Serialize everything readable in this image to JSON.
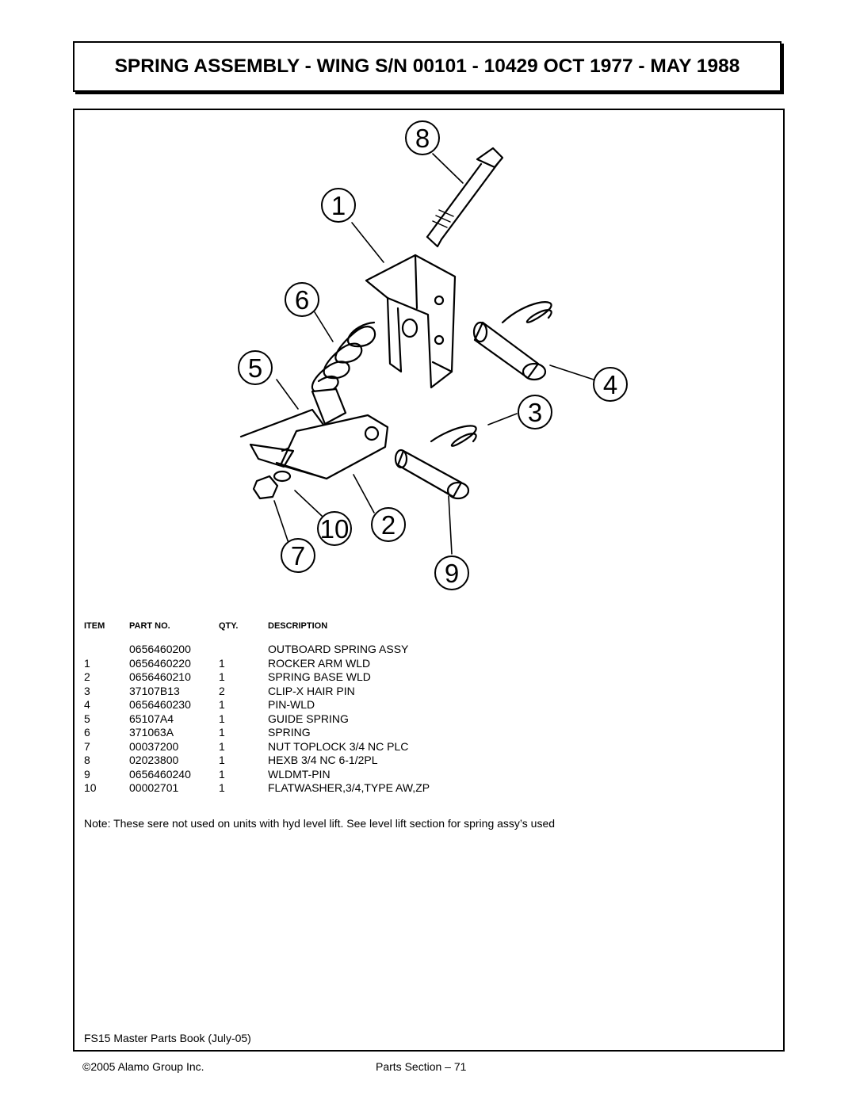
{
  "title": "SPRING ASSEMBLY - WING S/N 00101 - 10429 OCT 1977 - MAY 1988",
  "callouts": [
    "8",
    "1",
    "6",
    "5",
    "4",
    "3",
    "10",
    "2",
    "7",
    "9"
  ],
  "table": {
    "headers": {
      "item": "ITEM",
      "part": "PART NO.",
      "qty": "QTY.",
      "desc": "DESCRIPTION"
    },
    "rows": [
      {
        "item": "",
        "part": "0656460200",
        "qty": "",
        "desc": "OUTBOARD SPRING ASSY"
      },
      {
        "item": "1",
        "part": "0656460220",
        "qty": "1",
        "desc": "ROCKER ARM WLD"
      },
      {
        "item": "2",
        "part": "0656460210",
        "qty": "1",
        "desc": "SPRING BASE WLD"
      },
      {
        "item": "3",
        "part": "37107B13",
        "qty": "2",
        "desc": "CLIP-X HAIR PIN"
      },
      {
        "item": "4",
        "part": "0656460230",
        "qty": "1",
        "desc": "PIN-WLD"
      },
      {
        "item": "5",
        "part": "65107A4",
        "qty": "1",
        "desc": "GUIDE SPRING"
      },
      {
        "item": "6",
        "part": "371063A",
        "qty": "1",
        "desc": "SPRING"
      },
      {
        "item": "7",
        "part": "00037200",
        "qty": "1",
        "desc": "NUT TOPLOCK 3/4 NC PLC"
      },
      {
        "item": "8",
        "part": "02023800",
        "qty": "1",
        "desc": "HEXB 3/4 NC 6-1/2PL"
      },
      {
        "item": "9",
        "part": "0656460240",
        "qty": "1",
        "desc": "WLDMT-PIN"
      },
      {
        "item": "10",
        "part": "00002701",
        "qty": "1",
        "desc": "FLATWASHER,3/4,TYPE AW,ZP"
      }
    ]
  },
  "note": "Note: These sere not used on units with hyd level lift. See level lift section for spring assy’s used",
  "footer": {
    "book": "FS15 Master Parts Book (July-05)",
    "copyright": "©2005 Alamo Group Inc.",
    "section": "Parts Section – 71"
  }
}
